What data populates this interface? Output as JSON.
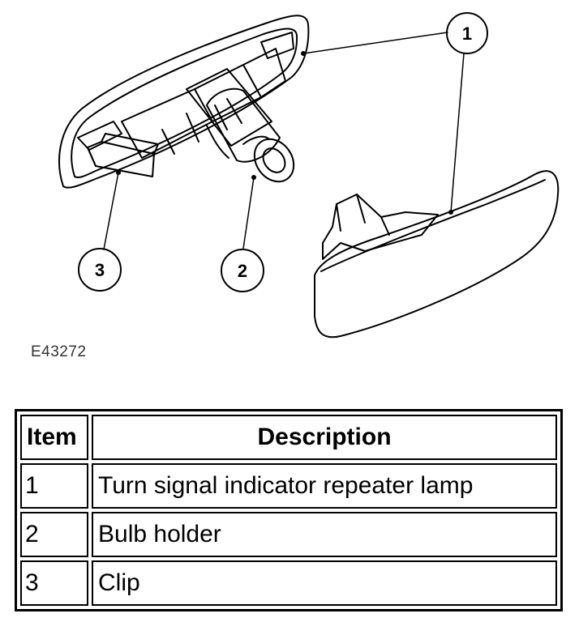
{
  "figure": {
    "id": "E43272",
    "callouts": [
      "1",
      "2",
      "3"
    ]
  },
  "legend": {
    "headers": {
      "item": "Item",
      "description": "Description"
    },
    "rows": [
      {
        "item": "1",
        "description": "Turn signal indicator repeater lamp"
      },
      {
        "item": "2",
        "description": "Bulb holder"
      },
      {
        "item": "3",
        "description": "Clip"
      }
    ]
  }
}
